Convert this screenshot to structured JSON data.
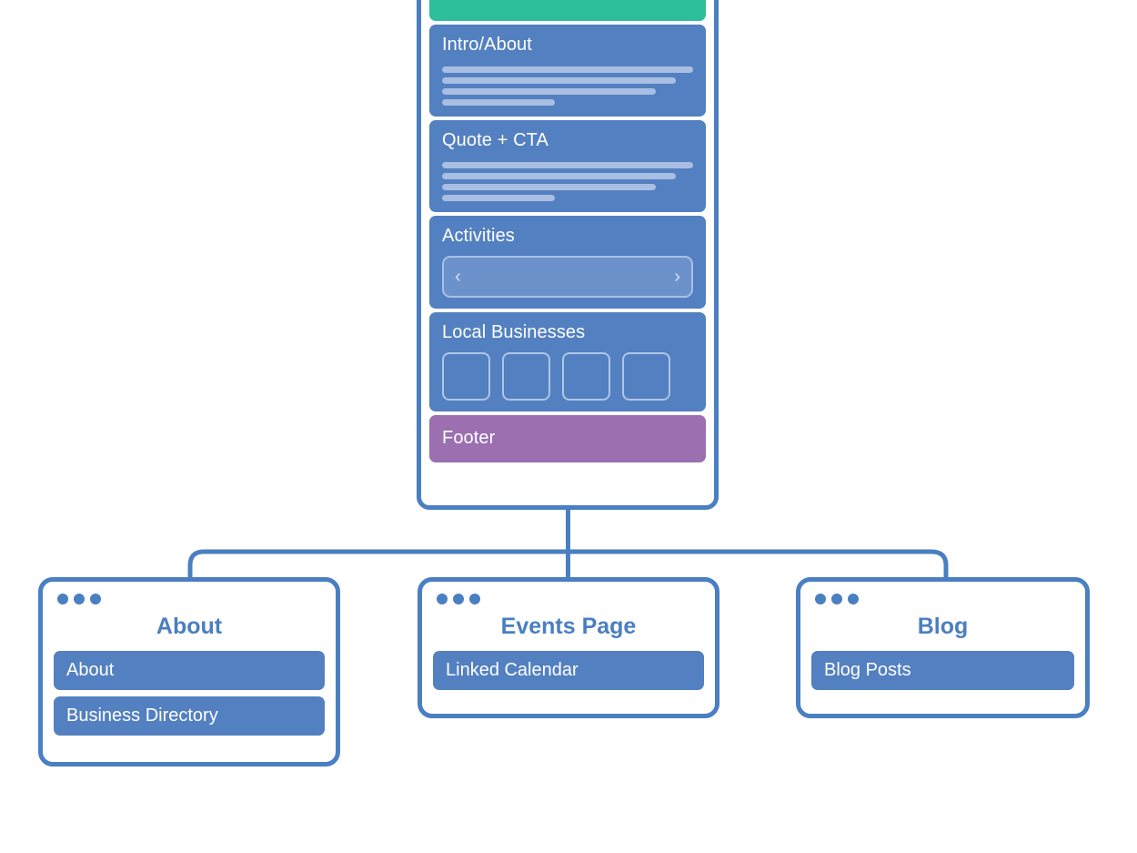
{
  "diagram": {
    "type": "sitemap",
    "accent_color": "#4A7FC1",
    "section_color": "#5380C0",
    "header_color": "#2DBE9C",
    "footer_color": "#9B6FB0",
    "placeholder_line_color": "#A9BEE2"
  },
  "main_page": {
    "sections": [
      {
        "id": "header",
        "label": "",
        "kind": "band-green"
      },
      {
        "id": "intro-about",
        "label": "Intro/About",
        "kind": "text-lines"
      },
      {
        "id": "quote-cta",
        "label": "Quote + CTA",
        "kind": "text-lines"
      },
      {
        "id": "activities",
        "label": "Activities",
        "kind": "carousel"
      },
      {
        "id": "local-businesses",
        "label": "Local Businesses",
        "kind": "thumbnails"
      },
      {
        "id": "footer",
        "label": "Footer",
        "kind": "band-purple"
      }
    ],
    "text_line_widths": [
      "100%",
      "93%",
      "85%",
      "45%"
    ],
    "carousel": {
      "prev_icon": "‹",
      "next_icon": "›"
    },
    "thumbnail_count": 4
  },
  "child_pages": [
    {
      "id": "about",
      "title": "About",
      "items": [
        "About",
        "Business Directory"
      ]
    },
    {
      "id": "events",
      "title": "Events Page",
      "items": [
        "Linked Calendar"
      ]
    },
    {
      "id": "blog",
      "title": "Blog",
      "items": [
        "Blog Posts"
      ]
    }
  ]
}
